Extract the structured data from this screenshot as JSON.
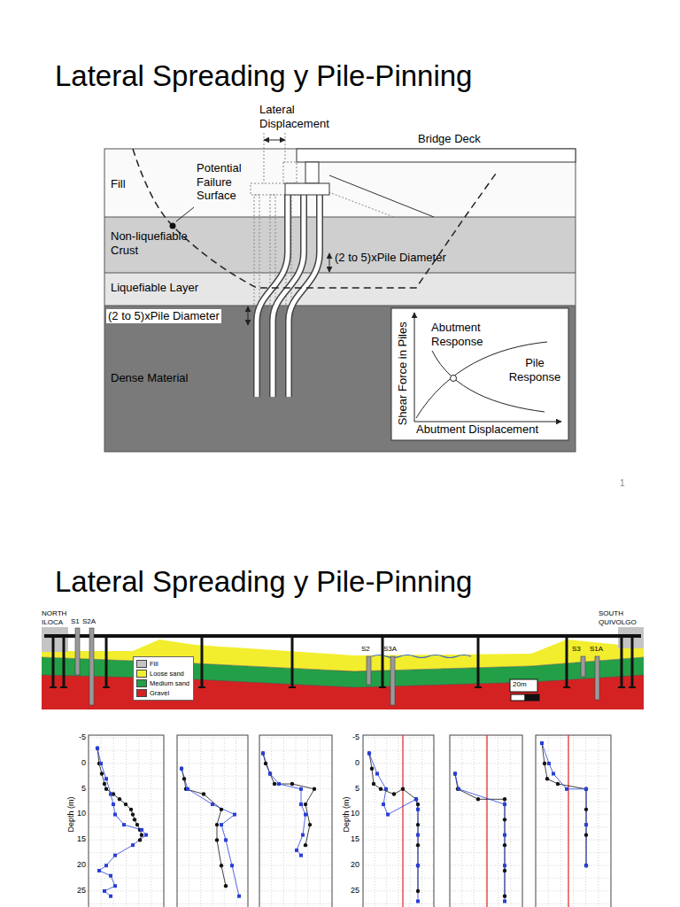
{
  "diagram": {
    "title": "Lateral Spreading y Pile-Pinning",
    "nodes": [
      {
        "text": [
          "Fill"
        ]
      },
      {
        "text": [
          "Non-liquefiable Crust"
        ]
      },
      {
        "text": [
          "Liquefiable Layer"
        ]
      },
      {
        "text": [
          "Dense Material"
        ]
      },
      {
        "text": [
          "Abutment Response",
          "Pile Response",
          "Shear Force in Piles",
          "Abutment Displacement"
        ],
        "in": 3
      }
    ],
    "labels": [
      "Lateral Displacement",
      "Bridge Deck",
      "Potential Failure Surface",
      "(2 to 5)xPile Diameter",
      "(2 to 5)xPile Diameter",
      "1",
      "Lateral Spreading y Pile-Pinning",
      "NORTH ILOCA",
      "SOUTH QUIVOLGO",
      "S1",
      "S2A",
      "S2",
      "S3A",
      "S3",
      "S1A",
      "20m",
      "Depth (m)",
      "-5",
      "0",
      "5",
      "10",
      "15",
      "20",
      "25",
      "Depth (m)",
      "-5",
      "0",
      "5",
      "10",
      "15",
      "20",
      "25"
    ],
    "legend": [
      {
        "text": "Fill",
        "color": "#c4c4c4"
      },
      {
        "text": "Loose sand",
        "color": "#f2ee2e"
      },
      {
        "text": "Medium sand",
        "color": "#23a047"
      },
      {
        "text": "Gravel",
        "color": "#d42222"
      }
    ]
  }
}
